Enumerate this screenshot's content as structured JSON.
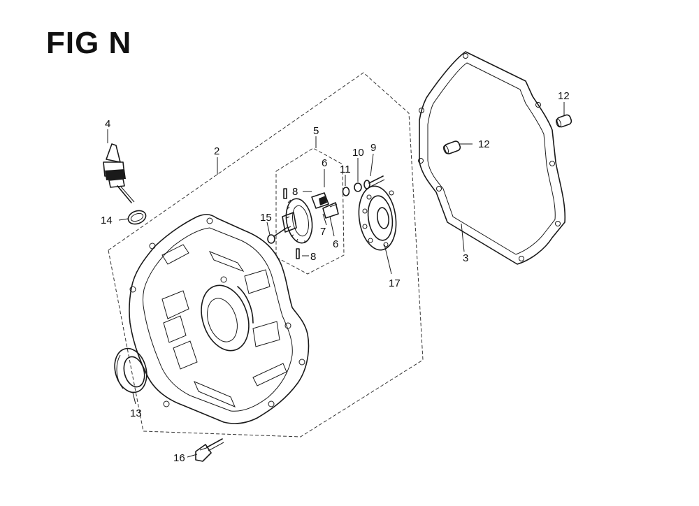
{
  "figure": {
    "title": "FIG N"
  },
  "callouts": {
    "p2": "2",
    "p3": "3",
    "p4": "4",
    "p5": "5",
    "p6a": "6",
    "p6b": "6",
    "p7": "7",
    "p8a": "8",
    "p8b": "8",
    "p9": "9",
    "p10": "10",
    "p11": "11",
    "p12a": "12",
    "p12b": "12",
    "p13": "13",
    "p14": "14",
    "p15": "15",
    "p16": "16",
    "p17": "17"
  }
}
